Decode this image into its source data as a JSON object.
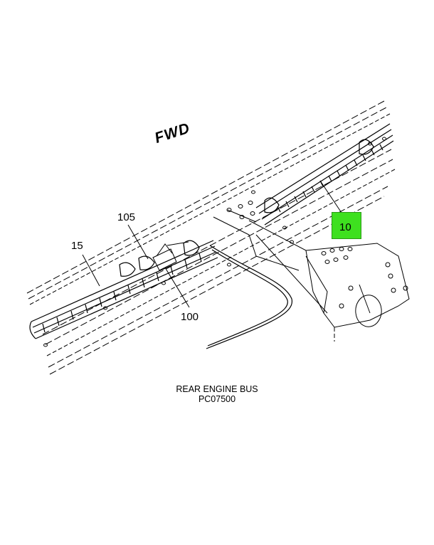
{
  "diagram": {
    "fwd_label": "FWD",
    "callouts": {
      "c105": "105",
      "c15": "15",
      "c100": "100",
      "c10": "10"
    },
    "highlight_color": "#3ee01f",
    "caption_line1": "REAR ENGINE BUS",
    "caption_line2": "PC07500"
  }
}
